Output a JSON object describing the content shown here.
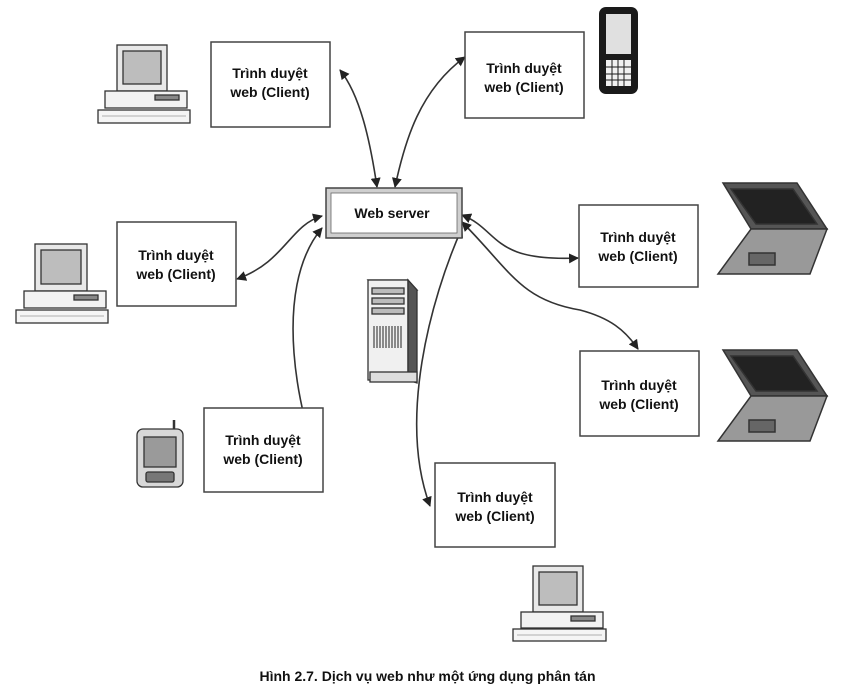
{
  "server": {
    "label": "Web server"
  },
  "clients": [
    {
      "label_line1": "Trình duyệt",
      "label_line2": "web (Client)",
      "device_icon": "desktop-computer-icon"
    },
    {
      "label_line1": "Trình duyệt",
      "label_line2": "web (Client)",
      "device_icon": "mobile-phone-icon"
    },
    {
      "label_line1": "Trình duyệt",
      "label_line2": "web (Client)",
      "device_icon": "desktop-computer-icon"
    },
    {
      "label_line1": "Trình duyệt",
      "label_line2": "web (Client)",
      "device_icon": "laptop-icon"
    },
    {
      "label_line1": "Trình duyệt",
      "label_line2": "web (Client)",
      "device_icon": "laptop-icon"
    },
    {
      "label_line1": "Trình duyệt",
      "label_line2": "web (Client)",
      "device_icon": "handheld-pda-icon"
    },
    {
      "label_line1": "Trình duyệt",
      "label_line2": "web (Client)",
      "device_icon": "desktop-computer-icon"
    }
  ],
  "server_icon": "server-tower-icon",
  "caption": "Hình 2.7. Dịch vụ web như một ứng dụng phân tán"
}
